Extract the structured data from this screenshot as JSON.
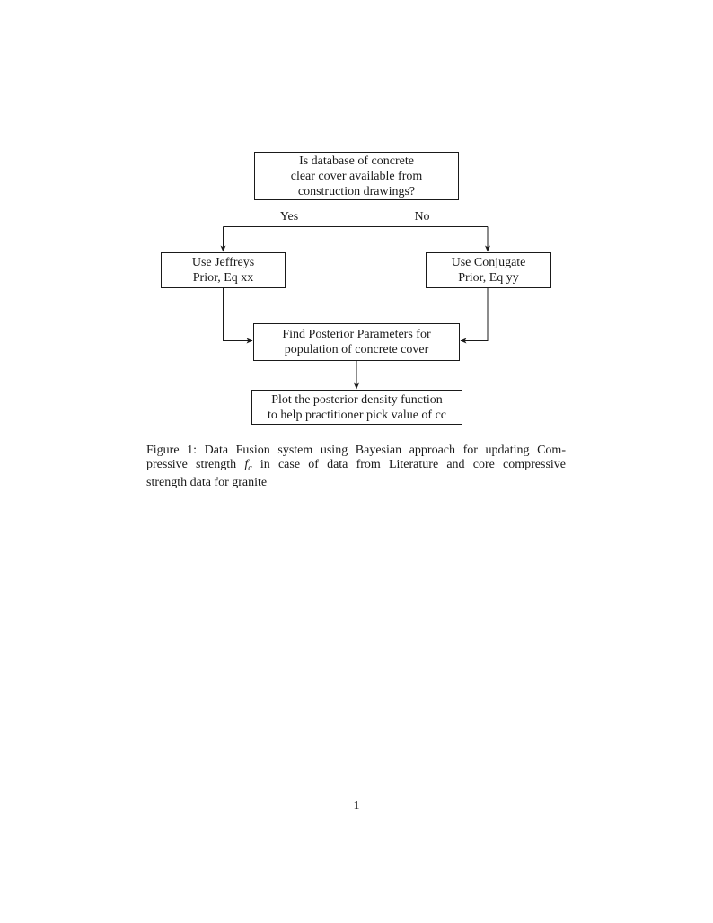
{
  "figure": {
    "nodes": {
      "question": {
        "lines": [
          "Is database of concrete",
          "clear cover available from",
          "construction drawings?"
        ]
      },
      "jeffreys": {
        "lines": [
          "Use Jeffreys",
          "Prior, Eq xx"
        ]
      },
      "conjugate": {
        "lines": [
          "Use Conjugate",
          "Prior, Eq yy"
        ]
      },
      "posterior": {
        "lines": [
          "Find Posterior Parameters for",
          "population of concrete cover"
        ]
      },
      "plot": {
        "lines": [
          "Plot the posterior density function",
          "to help practitioner pick value of cc"
        ]
      }
    },
    "edge_labels": {
      "yes": "Yes",
      "no": "No"
    }
  },
  "caption": {
    "line1": "Figure 1: Data Fusion system using Bayesian approach for updating Com-",
    "line2_before": "pressive strength ",
    "line2_math_var": "f",
    "line2_math_sub": "c",
    "line2_after": " in case of data from Literature and core compressive",
    "line3": "strength data for granite"
  },
  "page": {
    "number": "1"
  },
  "colors": {
    "ink": "#1a1a1a",
    "background": "#ffffff"
  }
}
